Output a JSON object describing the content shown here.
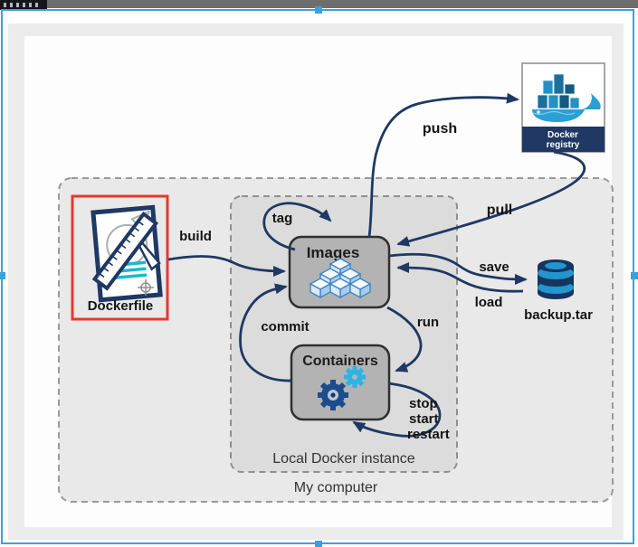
{
  "diagram": {
    "outer_group_label": "My computer",
    "inner_group_label": "Local Docker instance",
    "nodes": {
      "dockerfile": "Dockerfile",
      "images": "Images",
      "containers": "Containers",
      "registry_line1": "Docker",
      "registry_line2": "registry",
      "backup": "backup.tar"
    },
    "edges": {
      "build": "build",
      "tag": "tag",
      "push": "push",
      "pull": "pull",
      "save": "save",
      "load": "load",
      "commit": "commit",
      "run": "run",
      "stop": "stop",
      "start": "start",
      "restart": "restart"
    }
  },
  "colors": {
    "selection": "#3aa1dc",
    "navy": "#1f3864",
    "highlight": "#e8392b",
    "node_fill": "#b3b3b3",
    "whale_blue": "#2aa0d4",
    "cyan": "#2ab5e4",
    "teal": "#1cb8cf"
  }
}
